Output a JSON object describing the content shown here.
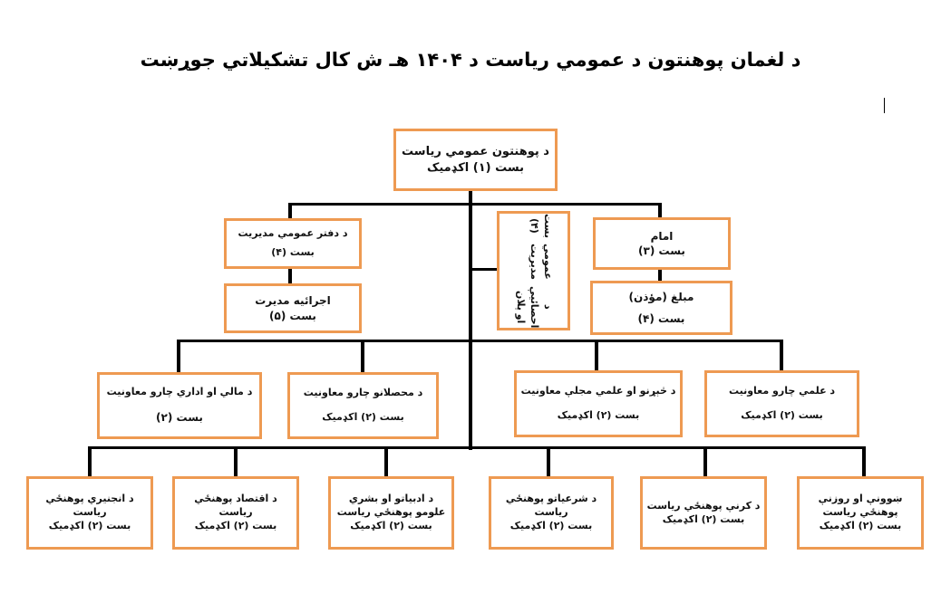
{
  "title": "د لغمان پوهنتون د عمومي رياست د ۱۴۰۴ هـ ش کال تشکيلاتي جوړښت",
  "colors": {
    "box_border": "#ee9a52",
    "connector": "#000000"
  },
  "units": {
    "presidency": {
      "name": "د پوهنتون عمومي رياست",
      "posts": "بست (۱) اکډميک"
    },
    "general_office": {
      "name": "د دفتر عمومي مديريت",
      "posts": "بست (۴)"
    },
    "executive": {
      "name": "اجرائيه مديرت",
      "posts": "بست (۵)"
    },
    "statistics": {
      "line1": "د احصائيې او پلان",
      "line2": "عمومي مديريت",
      "posts": "بست (۴)"
    },
    "imam": {
      "name": "امام",
      "posts": "بست (۳)"
    },
    "muezzin": {
      "name": "مبلغ (مؤذن)",
      "posts": "بست (۴)"
    },
    "finance": {
      "name": "د مالي او اداري چارو معاونيت",
      "posts": "بست (۲)"
    },
    "students": {
      "name": "د محصلانو چارو معاونيت",
      "posts": "بست (۲) اکډميک"
    },
    "research": {
      "name": "د څېړنو او علمي مجلې معاونيت",
      "posts": "بست (۲) اکډميک"
    },
    "academic": {
      "name": "د علمي چارو معاونيت",
      "posts": "بست (۲) اکډميک"
    }
  },
  "faculties": [
    {
      "line1": "د انجنيري پوهنځي",
      "line2": "رياست",
      "posts": "بست (۲) اکډميک"
    },
    {
      "line1": "د اقتصاد پوهنځي",
      "line2": "رياست",
      "posts": "بست (۲) اکډميک"
    },
    {
      "line1": "د ادبياتو او بشري",
      "line2": "علومو پوهنځي رياست",
      "posts": "بست (۲) اکډميک"
    },
    {
      "line1": "د شرعياتو پوهنځي",
      "line2": "رياست",
      "posts": "بست (۲) اکډميک"
    },
    {
      "line1": "د کرنې پوهنځي رياست",
      "line2": "",
      "posts": "بست (۲) اکډميک"
    },
    {
      "line1": "ښوونې او روزنې",
      "line2": "پوهنځي رياست",
      "posts": "بست (۲) اکډميک"
    }
  ]
}
